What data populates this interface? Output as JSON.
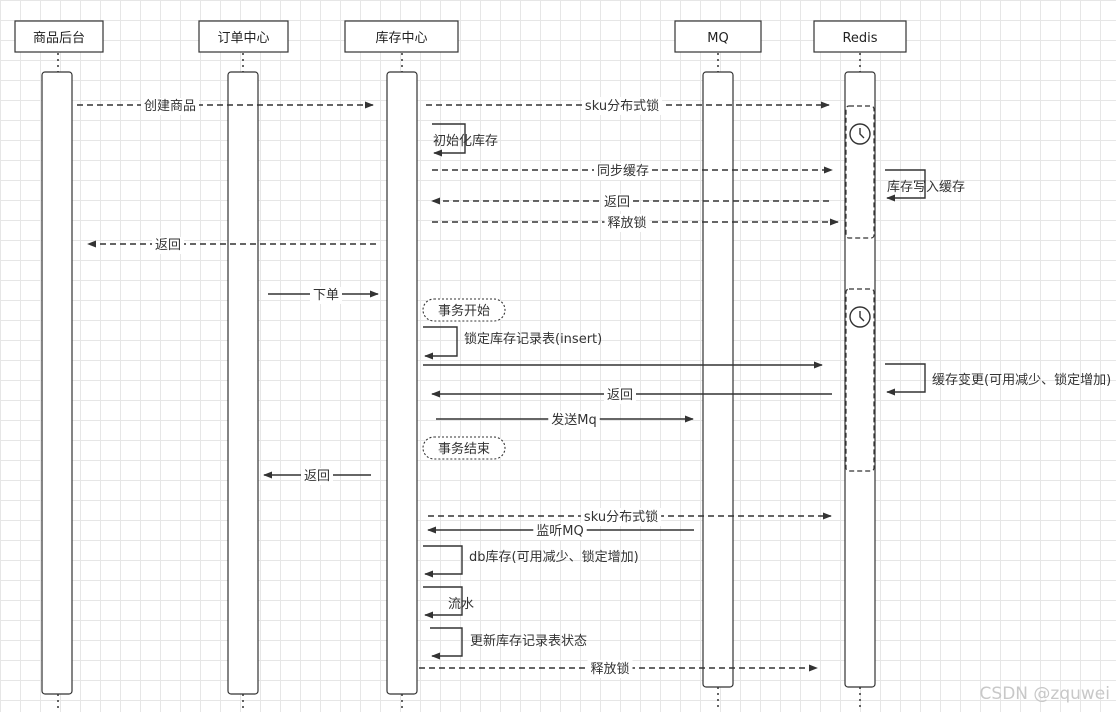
{
  "participants": [
    {
      "id": "p1",
      "label": "商品后台"
    },
    {
      "id": "p2",
      "label": "订单中心"
    },
    {
      "id": "p3",
      "label": "库存中心"
    },
    {
      "id": "p4",
      "label": "MQ"
    },
    {
      "id": "p5",
      "label": "Redis"
    }
  ],
  "messages": [
    {
      "label": "创建商品",
      "style": "dashed"
    },
    {
      "label": "sku分布式锁",
      "style": "dashed"
    },
    {
      "label": "初始化库存",
      "style": "solid",
      "self": true
    },
    {
      "label": "同步缓存",
      "style": "dashed"
    },
    {
      "label": "库存写入缓存",
      "style": "solid",
      "self": true
    },
    {
      "label": "返回",
      "style": "dashed"
    },
    {
      "label": "释放锁",
      "style": "dashed"
    },
    {
      "label": "返回",
      "style": "dashed"
    },
    {
      "label": "下单",
      "style": "solid"
    },
    {
      "label": "锁定库存记录表(insert)",
      "style": "solid",
      "self": true
    },
    {
      "label": "",
      "style": "solid"
    },
    {
      "label": "缓存变更(可用减少、锁定增加)",
      "style": "solid",
      "self": true
    },
    {
      "label": "返回",
      "style": "solid"
    },
    {
      "label": "发送Mq",
      "style": "solid"
    },
    {
      "label": "返回",
      "style": "solid"
    },
    {
      "label": "sku分布式锁",
      "style": "dashed"
    },
    {
      "label": "监听MQ",
      "style": "solid"
    },
    {
      "label": "db库存(可用减少、锁定增加)",
      "style": "solid",
      "self": true
    },
    {
      "label": "流水",
      "style": "solid",
      "self": true
    },
    {
      "label": "更新库存记录表状态",
      "style": "solid",
      "self": true
    },
    {
      "label": "释放锁",
      "style": "dashed"
    }
  ],
  "notes": [
    {
      "label": "事务开始"
    },
    {
      "label": "事务结束"
    }
  ],
  "icons": [
    "clock-icon",
    "clock-icon"
  ],
  "watermark": "CSDN @zquwei"
}
